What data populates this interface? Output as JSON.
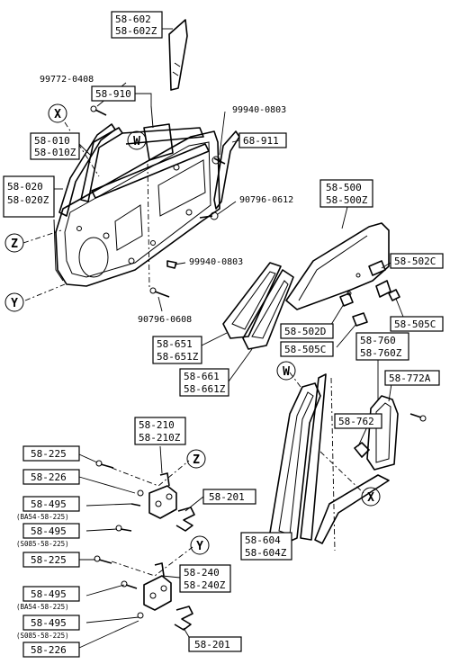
{
  "labels": {
    "p58_602": [
      "58-602",
      "58-602Z"
    ],
    "p58_910": "58-910",
    "p58_911": "68-911",
    "p58_010": [
      "58-010",
      "58-010Z"
    ],
    "p58_020": [
      "58-020",
      "58-020Z"
    ],
    "p58_500": [
      "58-500",
      "58-500Z"
    ],
    "p58_502C": "58-502C",
    "p58_505C_right": "58-505C",
    "p58_502D": "58-502D",
    "p58_505C_mid": "58-505C",
    "p58_651": [
      "58-651",
      "58-651Z"
    ],
    "p58_661": [
      "58-661",
      "58-661Z"
    ],
    "p58_760": [
      "58-760",
      "58-760Z"
    ],
    "p58_772A": "58-772A",
    "p58_762": "58-762",
    "p58_604": [
      "58-604",
      "58-604Z"
    ],
    "p58_210": [
      "58-210",
      "58-210Z"
    ],
    "p58_225_top": "58-225",
    "p58_226_top": "58-226",
    "p58_495_a": "58-495",
    "p58_495_a_note": "(BA54-58-225)",
    "p58_495_b": "58-495",
    "p58_495_b_note": "(S085-58-225)",
    "p58_201_top": "58-201",
    "p58_225_bot": "58-225",
    "p58_240": [
      "58-240",
      "58-240Z"
    ],
    "p58_495_c": "58-495",
    "p58_495_c_note": "(BA54-58-225)",
    "p58_495_d": "58-495",
    "p58_495_d_note": "(S085-58-225)",
    "p58_226_bot": "58-226",
    "p58_201_bot": "58-201"
  },
  "plain_labels": {
    "n99772": "99772-0408",
    "n99940_top": "99940-0803",
    "n90796_0612": "90796-0612",
    "n99940_bot": "99940-0803",
    "n90796_0608": "90796-0608"
  },
  "callouts": {
    "X_top": "X",
    "W_top": "W",
    "Z_left": "Z",
    "Y_left": "Y",
    "W_right": "W",
    "X_right": "X",
    "Z_hinge": "Z",
    "Y_hinge": "Y"
  }
}
